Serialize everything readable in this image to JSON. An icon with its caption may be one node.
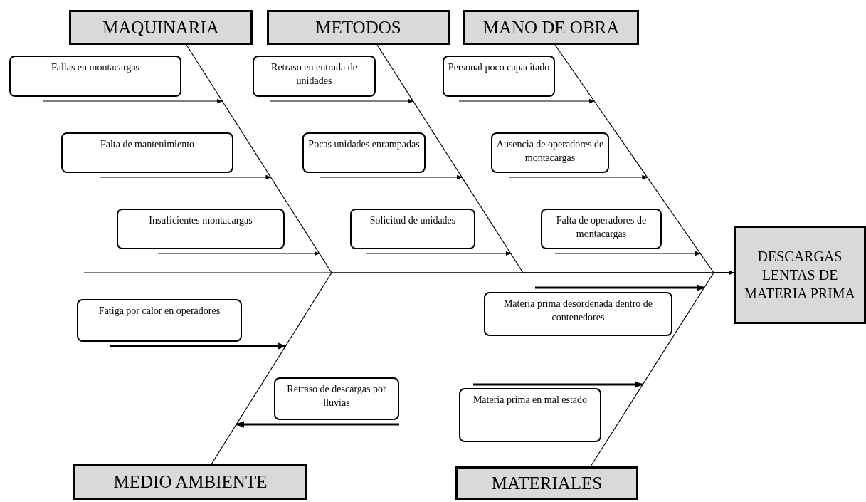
{
  "diagram": {
    "nodes": [
      {
        "text": [
          "MAQUINARIA"
        ]
      },
      {
        "text": [
          "METODOS"
        ]
      },
      {
        "text": [
          "MANO DE OBRA"
        ]
      },
      {
        "text": [
          "Fallas en montacargas"
        ]
      },
      {
        "text": [
          "Retraso en entrada de unidades"
        ]
      },
      {
        "text": [
          "Personal poco capacitado"
        ]
      },
      {
        "text": [
          "Falta de mantenimiento"
        ]
      },
      {
        "text": [
          "Pocas unidades enrampadas"
        ]
      },
      {
        "text": [
          "Ausencia de operadores de montacargas"
        ]
      },
      {
        "text": [
          "Insuficientes montacargas"
        ]
      },
      {
        "text": [
          "Solicitud de unidades"
        ]
      },
      {
        "text": [
          "Falta de operadores de montacargas"
        ]
      },
      {
        "text": [
          "DESCARGAS LENTAS DE MATERIA PRIMA"
        ]
      },
      {
        "text": [
          "Fatiga por calor en operadores"
        ]
      },
      {
        "text": [
          "Materia prima desordenada dentro de contenedores"
        ]
      },
      {
        "text": [
          "Retraso de descargas por lluvias"
        ]
      },
      {
        "text": [
          "Materia prima en mal estado"
        ]
      },
      {
        "text": [
          "MEDIO AMBIENTE"
        ]
      },
      {
        "text": [
          "MATERIALES"
        ]
      }
    ],
    "edges": [
      {
        "from": 0,
        "to": 12,
        "arrow": "to"
      },
      {
        "from": 1,
        "to": 12,
        "arrow": "to"
      },
      {
        "from": 2,
        "to": 12,
        "arrow": "to"
      },
      {
        "from": 17,
        "to": 12,
        "arrow": "to"
      },
      {
        "from": 18,
        "to": 12,
        "arrow": "to"
      },
      {
        "from": 3,
        "to": null,
        "arrow": "to"
      },
      {
        "from": 6,
        "to": null,
        "arrow": "to"
      },
      {
        "from": 9,
        "to": null,
        "arrow": "to"
      },
      {
        "from": 4,
        "to": null,
        "arrow": "to"
      },
      {
        "from": 7,
        "to": null,
        "arrow": "to"
      },
      {
        "from": 10,
        "to": null,
        "arrow": "to"
      },
      {
        "from": 5,
        "to": null,
        "arrow": "to"
      },
      {
        "from": 8,
        "to": null,
        "arrow": "to"
      },
      {
        "from": 11,
        "to": null,
        "arrow": "to"
      },
      {
        "from": 13,
        "to": null,
        "arrow": "to",
        "style": "thick"
      },
      {
        "from": 15,
        "to": null,
        "arrow": "to",
        "style": "thick"
      },
      {
        "from": 14,
        "to": null,
        "arrow": "to",
        "style": "thick"
      },
      {
        "from": 16,
        "to": null,
        "arrow": "to",
        "style": "thick"
      }
    ]
  }
}
